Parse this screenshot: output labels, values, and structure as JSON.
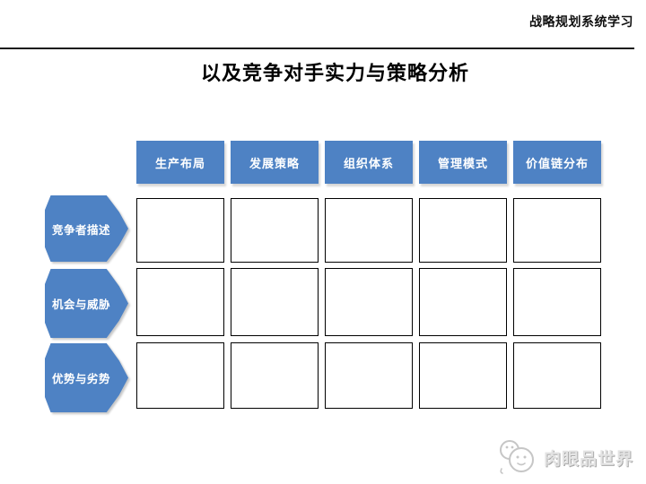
{
  "page": {
    "top_right_label": "战略规划系统学习",
    "title": "以及竞争对手实力与策略分析",
    "divider": "full-width-thin-black-rule",
    "colors": {
      "accent_blue": "#4e82c4",
      "cell_border": "#000000",
      "watermark_gray": "#d9d9d9",
      "background": "#ffffff"
    }
  },
  "matrix": {
    "columns": [
      "生产布局",
      "发展策略",
      "组织体系",
      "管理模式",
      "价值链分布"
    ],
    "rows": [
      "竞争者描述",
      "机会与威胁",
      "优势与劣势"
    ],
    "cells": [
      [
        "",
        "",
        "",
        "",
        ""
      ],
      [
        "",
        "",
        "",
        "",
        ""
      ],
      [
        "",
        "",
        "",
        "",
        ""
      ]
    ]
  },
  "watermark": {
    "text": "肉眼品世界",
    "icon": "two-overlapping-faces-logo-icon"
  }
}
